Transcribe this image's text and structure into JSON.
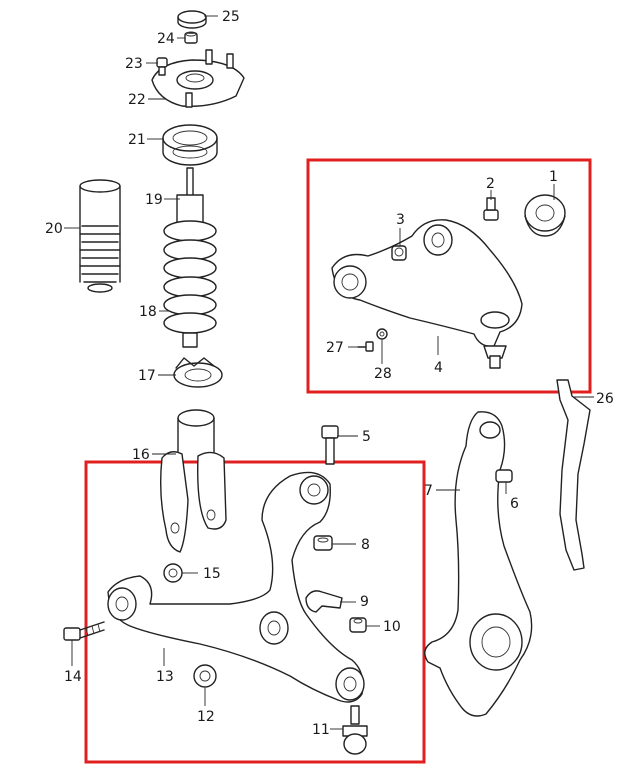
{
  "diagram": {
    "colors": {
      "highlight_box": "#e02020",
      "line": "#222222",
      "label": "#1a1a1a"
    },
    "parts": [
      {
        "number": "1"
      },
      {
        "number": "2"
      },
      {
        "number": "3"
      },
      {
        "number": "4"
      },
      {
        "number": "5"
      },
      {
        "number": "6"
      },
      {
        "number": "7"
      },
      {
        "number": "8"
      },
      {
        "number": "9"
      },
      {
        "number": "10"
      },
      {
        "number": "11"
      },
      {
        "number": "12"
      },
      {
        "number": "13"
      },
      {
        "number": "14"
      },
      {
        "number": "15"
      },
      {
        "number": "16"
      },
      {
        "number": "17"
      },
      {
        "number": "18"
      },
      {
        "number": "19"
      },
      {
        "number": "20"
      },
      {
        "number": "21"
      },
      {
        "number": "22"
      },
      {
        "number": "23"
      },
      {
        "number": "24"
      },
      {
        "number": "25"
      },
      {
        "number": "26"
      },
      {
        "number": "27"
      },
      {
        "number": "28"
      }
    ]
  }
}
